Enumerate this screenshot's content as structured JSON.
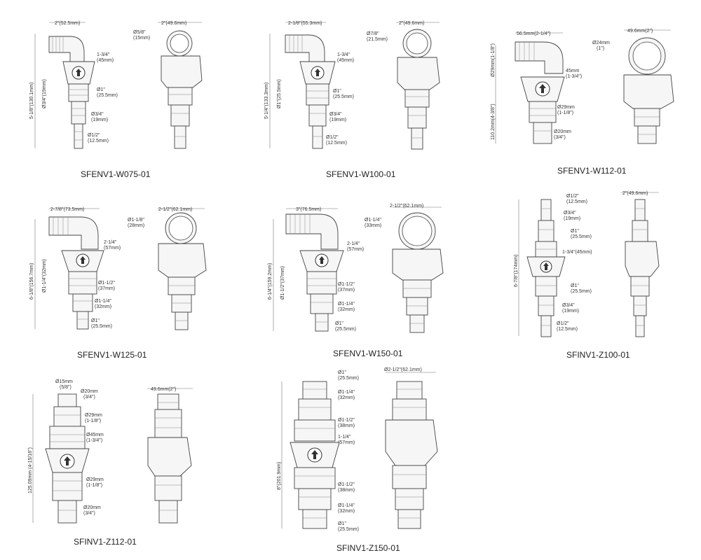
{
  "products": [
    {
      "code": "SFENV1-W075-01",
      "front": {
        "width_top": "2\"(52.5mm)",
        "height": "5-1/8\"(130.1mm)",
        "inner_height": "Ø3/4\"(19mm)",
        "callouts": [
          {
            "line1": "1-3/4\"",
            "line2": "(45mm)"
          },
          {
            "line1": "Ø1\"",
            "line2": "(25.5mm)"
          },
          {
            "line1": "Ø3/4\"",
            "line2": "(19mm)"
          },
          {
            "line1": "Ø1/2\"",
            "line2": "(12.5mm)"
          }
        ]
      },
      "side": {
        "width_top": "2\"(49.6mm)",
        "inlet": {
          "line1": "Ø5/8\"",
          "line2": "(15mm)"
        }
      }
    },
    {
      "code": "SFENV1-W100-01",
      "front": {
        "width_top": "2-1/8\"(55.3mm)",
        "height": "5-1/4\"(133.3mm)",
        "inner_height": "Ø1\"(25.5mm)",
        "callouts": [
          {
            "line1": "1-3/4\"",
            "line2": "(45mm)"
          },
          {
            "line1": "Ø1\"",
            "line2": "(25.5mm)"
          },
          {
            "line1": "Ø3/4\"",
            "line2": "(19mm)"
          },
          {
            "line1": "Ø1/2\"",
            "line2": "(12.5mm)"
          }
        ]
      },
      "side": {
        "width_top": "2\"(49.6mm)",
        "inlet": {
          "line1": "Ø7/8\"",
          "line2": "(21.5mm)"
        }
      }
    },
    {
      "code": "SFENV1-W112-01",
      "front": {
        "width_top": "56.5mm(2-1/4\")",
        "height": "110.2mm(4-3/8\")",
        "inner_height": "Ø29mm(1-1/8\")",
        "callouts": [
          {
            "line1": "45mm",
            "line2": "(1-3/4\")"
          },
          {
            "line1": "Ø29mm",
            "line2": "(1-1/8\")"
          },
          {
            "line1": "Ø20mm",
            "line2": "(3/4\")"
          }
        ]
      },
      "side": {
        "width_top": "49.6mm(2\")",
        "inlet": {
          "line1": "Ø24mm",
          "line2": "(1\")"
        }
      }
    },
    {
      "code": "SFENV1-W125-01",
      "front": {
        "width_top": "2-7/8\"(73.5mm)",
        "height": "6-1/8\"(156.7mm)",
        "inner_height": "Ø1-1/4\"(32mm)",
        "callouts": [
          {
            "line1": "2-1/4\"",
            "line2": "(57mm)"
          },
          {
            "line1": "Ø1-1/2\"",
            "line2": "(37mm)"
          },
          {
            "line1": "Ø1-1/4\"",
            "line2": "(32mm)"
          },
          {
            "line1": "Ø1\"",
            "line2": "(25.5mm)"
          }
        ]
      },
      "side": {
        "width_top": "2-1/2\"(62.1mm)",
        "inlet": {
          "line1": "Ø1-1/8\"",
          "line2": "(28mm)"
        }
      }
    },
    {
      "code": "SFENV1-W150-01",
      "front": {
        "width_top": "3\"(76.5mm)",
        "height": "6-1/4\"(159.2mm)",
        "inner_height": "Ø1-1/2\"(37mm)",
        "callouts": [
          {
            "line1": "2-1/4\"",
            "line2": "(57mm)"
          },
          {
            "line1": "Ø1-1/2\"",
            "line2": "(37mm)"
          },
          {
            "line1": "Ø1-1/4\"",
            "line2": "(32mm)"
          },
          {
            "line1": "Ø1\"",
            "line2": "(25.5mm)"
          }
        ]
      },
      "side": {
        "width_top": "2-1/2\"(62.1mm)",
        "inlet": {
          "line1": "Ø1-1/4\"",
          "line2": "(33mm)"
        }
      }
    },
    {
      "code": "SFINV1-Z100-01",
      "front": {
        "height": "6-7/8\"(174mm)",
        "top_callouts": [
          {
            "line1": "Ø1/2\"",
            "line2": "(12.5mm)"
          },
          {
            "line1": "Ø3/4\"",
            "line2": "(19mm)"
          },
          {
            "line1": "Ø1\"",
            "line2": "(25.5mm)"
          }
        ],
        "middle": "1-3/4\"(45mm)",
        "callouts": [
          {
            "line1": "Ø1\"",
            "line2": "(25.5mm)"
          },
          {
            "line1": "Ø3/4\"",
            "line2": "(19mm)"
          },
          {
            "line1": "Ø1/2\"",
            "line2": "(12.5mm)"
          }
        ]
      },
      "side": {
        "width_top": "2\"(49.6mm)"
      }
    },
    {
      "code": "SFINV1-Z112-01",
      "front": {
        "height": "125.09mm (4-15/16\")",
        "top_callouts": [
          {
            "line1": "Ø15mm",
            "line2": "(5/8\")"
          },
          {
            "line1": "Ø20mm",
            "line2": "(3/4\")"
          },
          {
            "line1": "Ø29mm",
            "line2": "(1-1/8\")"
          },
          {
            "line1": "Ø45mm",
            "line2": "(1-3/4\")"
          }
        ],
        "callouts": [
          {
            "line1": "Ø29mm",
            "line2": "(1-1/8\")"
          },
          {
            "line1": "Ø20mm",
            "line2": "(3/4\")"
          }
        ]
      },
      "side": {
        "width_top": "49.6mm(2\")"
      }
    },
    {
      "code": "SFINV1-Z150-01",
      "front": {
        "height": "8\"(201.9mm)",
        "top_callouts": [
          {
            "line1": "Ø1\"",
            "line2": "(25.5mm)"
          },
          {
            "line1": "Ø1-1/4\"",
            "line2": "(32mm)"
          },
          {
            "line1": "Ø1-1/2\"",
            "line2": "(38mm)"
          },
          {
            "line1": "1-1/4\"",
            "line2": "(57mm)"
          }
        ],
        "callouts": [
          {
            "line1": "Ø1-1/2\"",
            "line2": "(38mm)"
          },
          {
            "line1": "Ø1-1/4\"",
            "line2": "(32mm)"
          },
          {
            "line1": "Ø1\"",
            "line2": "(25.5mm)"
          }
        ]
      },
      "side": {
        "width_top": "Ø2-1/2\"(62.1mm)"
      }
    }
  ]
}
